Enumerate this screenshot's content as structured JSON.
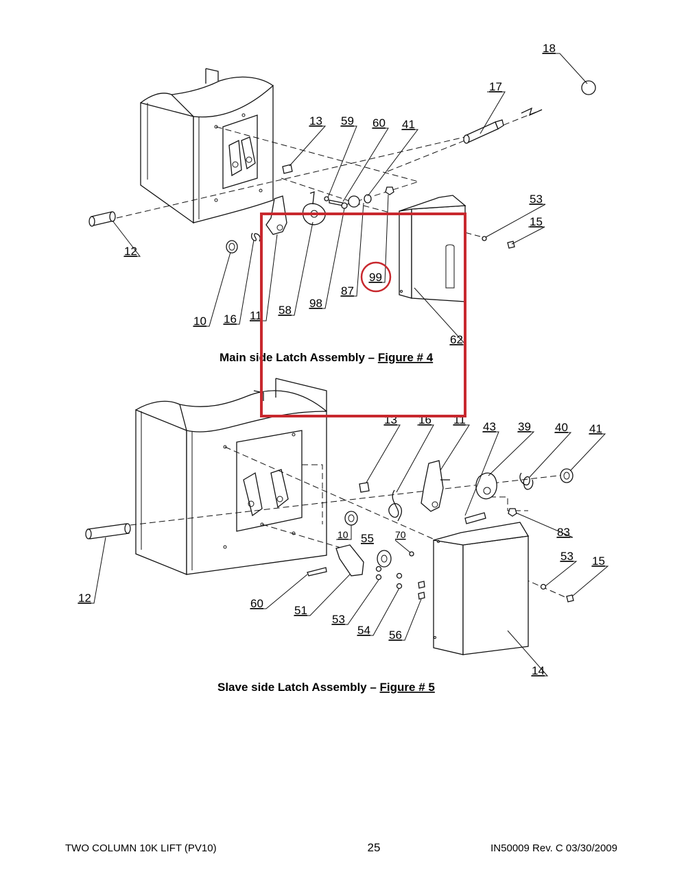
{
  "figure4": {
    "caption_prefix": "Main side Latch Assembly – ",
    "caption_figure": "Figure # 4",
    "labels": [
      "18",
      "17",
      "13",
      "59",
      "60",
      "41",
      "53",
      "15",
      "12",
      "10",
      "16",
      "11",
      "58",
      "98",
      "87",
      "99",
      "62"
    ]
  },
  "figure5": {
    "caption_prefix": "Slave side Latch Assembly – ",
    "caption_figure": "Figure # 5",
    "labels": [
      "13",
      "16",
      "11",
      "43",
      "39",
      "40",
      "41",
      "83",
      "53",
      "15",
      "12",
      "10",
      "55",
      "70",
      "60",
      "51",
      "53",
      "54",
      "56",
      "14"
    ]
  },
  "highlight": {
    "color": "#c8282e",
    "circled_label": "99"
  },
  "footer": {
    "left": "TWO COLUMN 10K LIFT (PV10)",
    "page": "25",
    "right": "IN50009 Rev. C 03/30/2009"
  }
}
